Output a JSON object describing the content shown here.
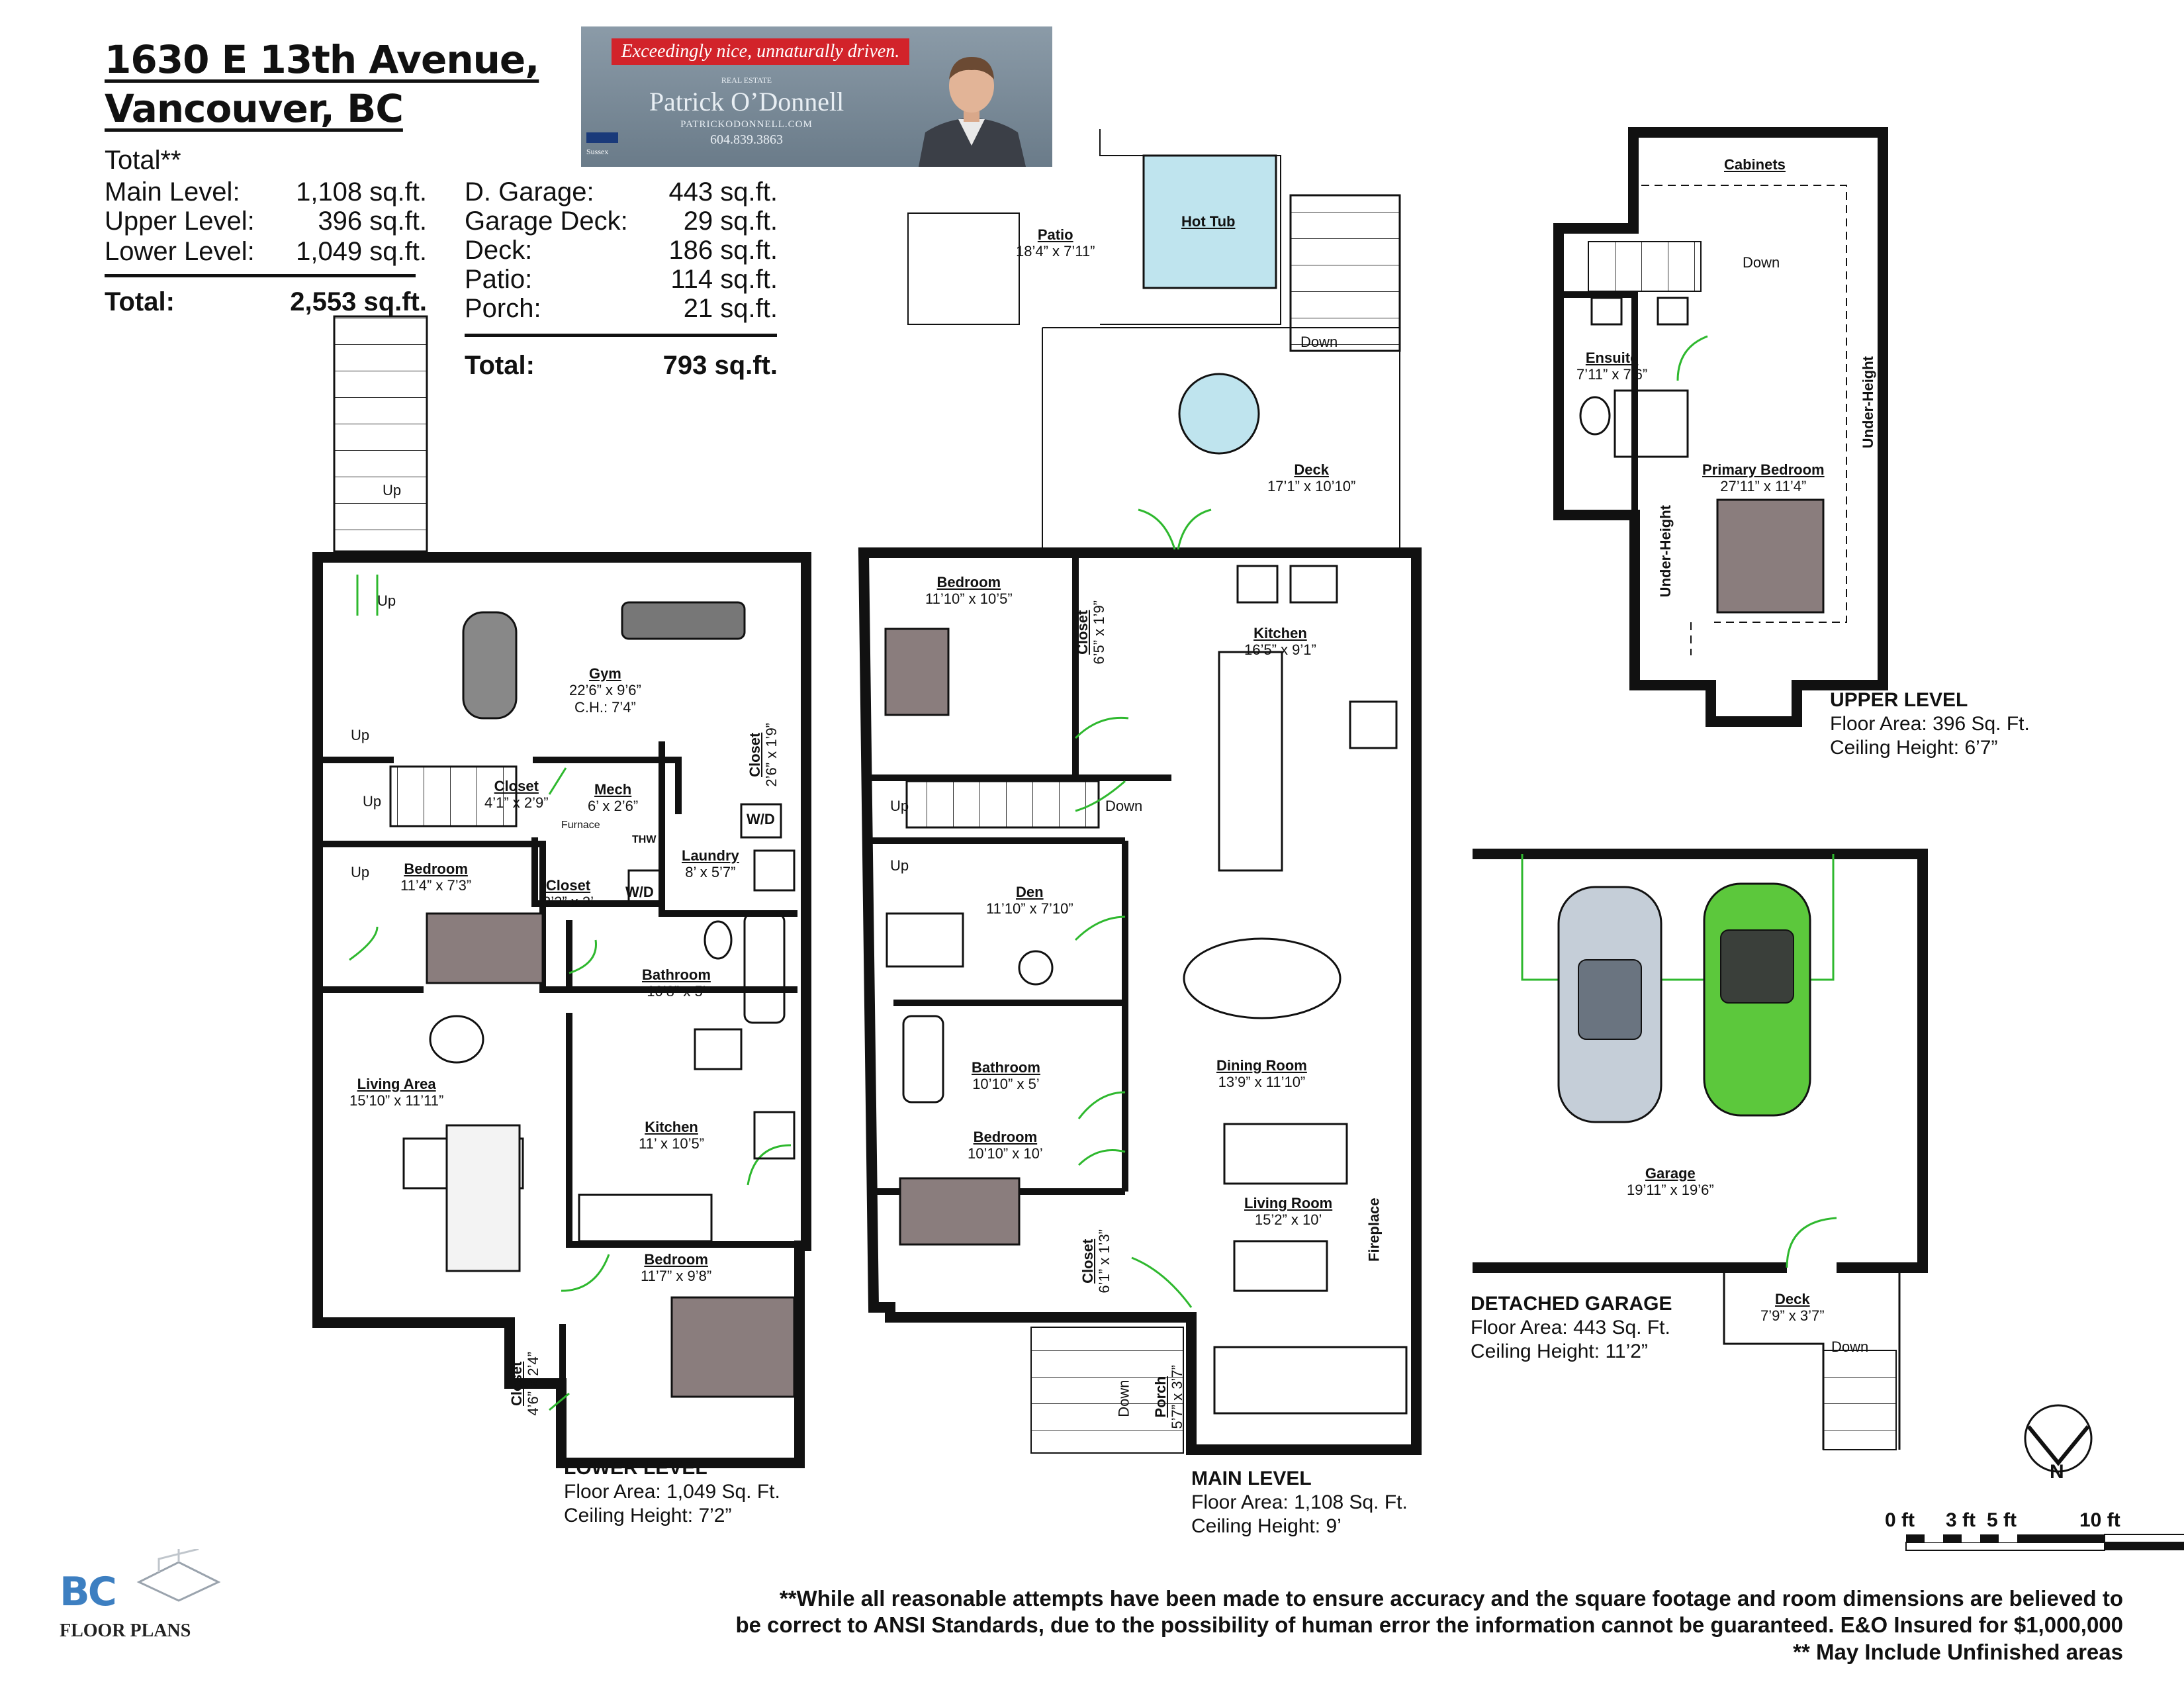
{
  "header": {
    "title_line1": "1630 E 13th Avenue,",
    "title_line2": "Vancouver, BC"
  },
  "summary": {
    "total_label": "Total**",
    "left_rows": [
      {
        "label": "Main Level:",
        "value": "1,108 sq.ft."
      },
      {
        "label": "Upper Level:",
        "value": "396 sq.ft."
      },
      {
        "label": "Lower Level:",
        "value": "1,049 sq.ft."
      }
    ],
    "left_total": {
      "label": "Total:",
      "value": "2,553 sq.ft."
    },
    "right_rows": [
      {
        "label": "D. Garage:",
        "value": "443 sq.ft."
      },
      {
        "label": "Garage Deck:",
        "value": "29 sq.ft."
      },
      {
        "label": "Deck:",
        "value": "186 sq.ft."
      },
      {
        "label": "Patio:",
        "value": "114 sq.ft."
      },
      {
        "label": "Porch:",
        "value": "21 sq.ft."
      }
    ],
    "right_total": {
      "label": "Total:",
      "value": "793 sq.ft."
    }
  },
  "banner": {
    "tagline": "Exceedingly nice, unnaturally driven.",
    "kicker": "REAL ESTATE",
    "name": "Patrick O’Donnell",
    "website": "PATRICKODONNELL.COM",
    "phone": "604.839.3863",
    "brokerage": "Sussex"
  },
  "rooms": {
    "lower": {
      "gym": {
        "name": "Gym",
        "dim": "22’6” x 9’6”",
        "extra": "C.H.: 7’4”"
      },
      "closet_gym": {
        "name": "Closet",
        "dim": "2’6” x 1’9”"
      },
      "closet_stair": {
        "name": "Closet",
        "dim": "4’1” x 2’9”"
      },
      "mech": {
        "name": "Mech",
        "dim": "6’ x 2’6”"
      },
      "furnace": "Furnace",
      "thw": "THW",
      "wd1": "W/D",
      "wd2": "W/D",
      "laundry": {
        "name": "Laundry",
        "dim": "8’ x 5’7”"
      },
      "bedroom1": {
        "name": "Bedroom",
        "dim": "11’4” x 7’3”"
      },
      "closet_bed": {
        "name": "Closet",
        "dim": "2’2” x 2’"
      },
      "bathroom": {
        "name": "Bathroom",
        "dim": "10’8” x 5’"
      },
      "living": {
        "name": "Living Area",
        "dim": "15’10” x 11’11”"
      },
      "kitchen": {
        "name": "Kitchen",
        "dim": "11’ x 10’5”"
      },
      "bedroom2": {
        "name": "Bedroom",
        "dim": "11’7” x 9’8”"
      },
      "closet_bed2": {
        "name": "Closet",
        "dim": "4’6” x 2’4”"
      },
      "up_labels": [
        "Up",
        "Up",
        "Up",
        "Up",
        "Up"
      ]
    },
    "main": {
      "patio": {
        "name": "Patio",
        "dim": "18’4” x 7’11”"
      },
      "hottub": {
        "name": "Hot Tub"
      },
      "deck": {
        "name": "Deck",
        "dim": "17’1” x 10’10”"
      },
      "down_deck": "Down",
      "bedroom1": {
        "name": "Bedroom",
        "dim": "11’10” x 10’5”"
      },
      "closet1": {
        "name": "Closet",
        "dim": "6’5” x 1’9”"
      },
      "kitchen": {
        "name": "Kitchen",
        "dim": "16’5” x 9’1”"
      },
      "up_stair": "Up",
      "up_stair2": "Up",
      "down_stair": "Down",
      "den": {
        "name": "Den",
        "dim": "11’10” x 7’10”"
      },
      "bathroom": {
        "name": "Bathroom",
        "dim": "10’10” x 5’"
      },
      "dining": {
        "name": "Dining Room",
        "dim": "13’9” x 11’10”"
      },
      "bedroom2": {
        "name": "Bedroom",
        "dim": "10’10” x 10’"
      },
      "closet2": {
        "name": "Closet",
        "dim": "6’1” x 1’3”"
      },
      "living": {
        "name": "Living Room",
        "dim": "15’2” x 10’"
      },
      "fireplace": "Fireplace",
      "porch": {
        "name": "Porch",
        "dim": "5’7” x 3’7”"
      },
      "down_porch": "Down"
    },
    "upper": {
      "cabinets": "Cabinets",
      "down": "Down",
      "ensuite": {
        "name": "Ensuite",
        "dim": "7’11” x 7’6”"
      },
      "primary": {
        "name": "Primary Bedroom",
        "dim": "27’11” x 11’4”"
      },
      "under1": "Under-Height",
      "under2": "Under-Height"
    },
    "garage": {
      "garage": {
        "name": "Garage",
        "dim": "19’11” x 19’6”"
      },
      "deck": {
        "name": "Deck",
        "dim": "7’9” x 3’7”"
      },
      "down": "Down"
    }
  },
  "levels": {
    "upper": {
      "title": "UPPER LEVEL",
      "area": "Floor Area: 396 Sq. Ft.",
      "ceiling": "Ceiling Height: 6’7”"
    },
    "garage": {
      "title": "DETACHED GARAGE",
      "area": "Floor Area: 443 Sq. Ft.",
      "ceiling": "Ceiling Height: 11’2”"
    },
    "lower": {
      "title": "LOWER LEVEL",
      "area": "Floor Area: 1,049 Sq. Ft.",
      "ceiling": "Ceiling Height: 7’2”"
    },
    "main": {
      "title": "MAIN LEVEL",
      "area": "Floor Area: 1,108 Sq. Ft.",
      "ceiling": "Ceiling Height: 9’"
    }
  },
  "compass": {
    "label": "N"
  },
  "scale": {
    "labels": [
      "0 ft",
      "3 ft",
      "5 ft",
      "10 ft"
    ]
  },
  "disclaimer": {
    "line1": "**While all reasonable attempts have been made to ensure accuracy and the square footage and room dimensions are believed to",
    "line2": "be correct to ANSI Standards, due to the possibility of human error the information cannot be guaranteed. E&O Insured for $1,000,000",
    "line3": "** May Include Unfinished areas"
  },
  "logo": {
    "mark": "BC",
    "text": "FLOOR PLANS"
  },
  "colors": {
    "wall": "#111111",
    "door": "#2eb82e",
    "hottub": "#bfe4ee",
    "car_green": "#5cc83c",
    "car_silver": "#c5ced8",
    "bed": "#8a7d7d"
  }
}
